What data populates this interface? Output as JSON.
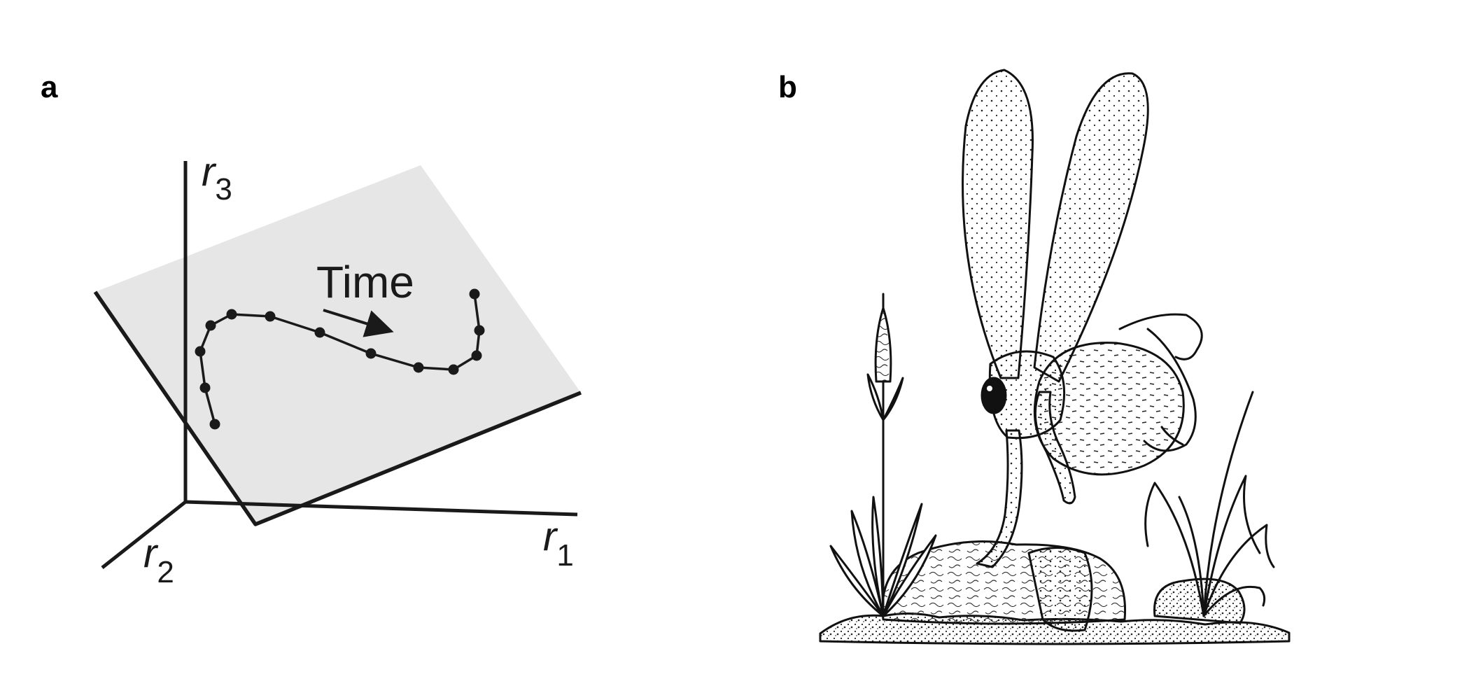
{
  "panel_a": {
    "label": "a",
    "axis_r3": "r",
    "axis_r3_sub": "3",
    "axis_r2": "r",
    "axis_r2_sub": "2",
    "axis_r1": "r",
    "axis_r1_sub": "1",
    "arrow_label": "Time",
    "plane_color": "#e6e6e6",
    "ink_color": "#1a1a1a"
  },
  "panel_b": {
    "label": "b",
    "illustration": "long-eared-creature-on-rock",
    "ink_color": "#111111"
  }
}
